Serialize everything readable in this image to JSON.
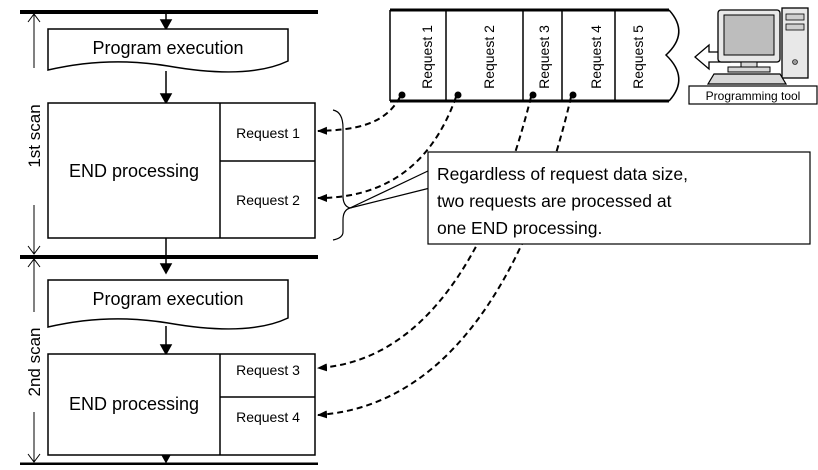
{
  "diagram": {
    "first_scan": {
      "scan_label": "1st scan",
      "program_execution": "Program execution",
      "end_processing": "END processing",
      "requests": [
        "Request 1",
        "Request 2"
      ]
    },
    "second_scan": {
      "scan_label": "2nd scan",
      "program_execution": "Program execution",
      "end_processing": "END processing",
      "requests": [
        "Request 3",
        "Request 4"
      ]
    },
    "request_queue": [
      "Request 1",
      "Request 2",
      "Request 3",
      "Request 4",
      "Request 5"
    ],
    "programming_tool_label": "Programming tool",
    "note_lines": [
      "Regardless of request data size,",
      "two requests are processed at",
      "one END processing."
    ]
  }
}
